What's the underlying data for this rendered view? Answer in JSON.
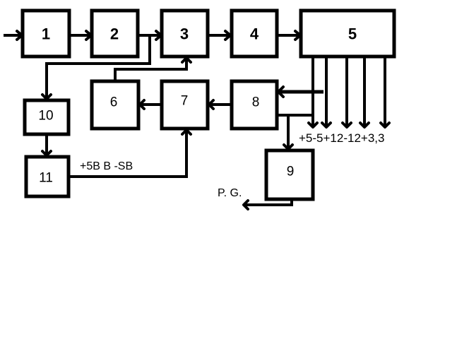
{
  "blocks": {
    "b1": "1",
    "b2": "2",
    "b3": "3",
    "b4": "4",
    "b5": "5",
    "b6": "6",
    "b7": "7",
    "b8": "8",
    "b9": "9",
    "b10": "10",
    "b11": "11"
  },
  "labels": {
    "supply_voltages": "+5-5+12-12+3,3",
    "standby": "+5B B -SB",
    "power_good": "P. G."
  }
}
